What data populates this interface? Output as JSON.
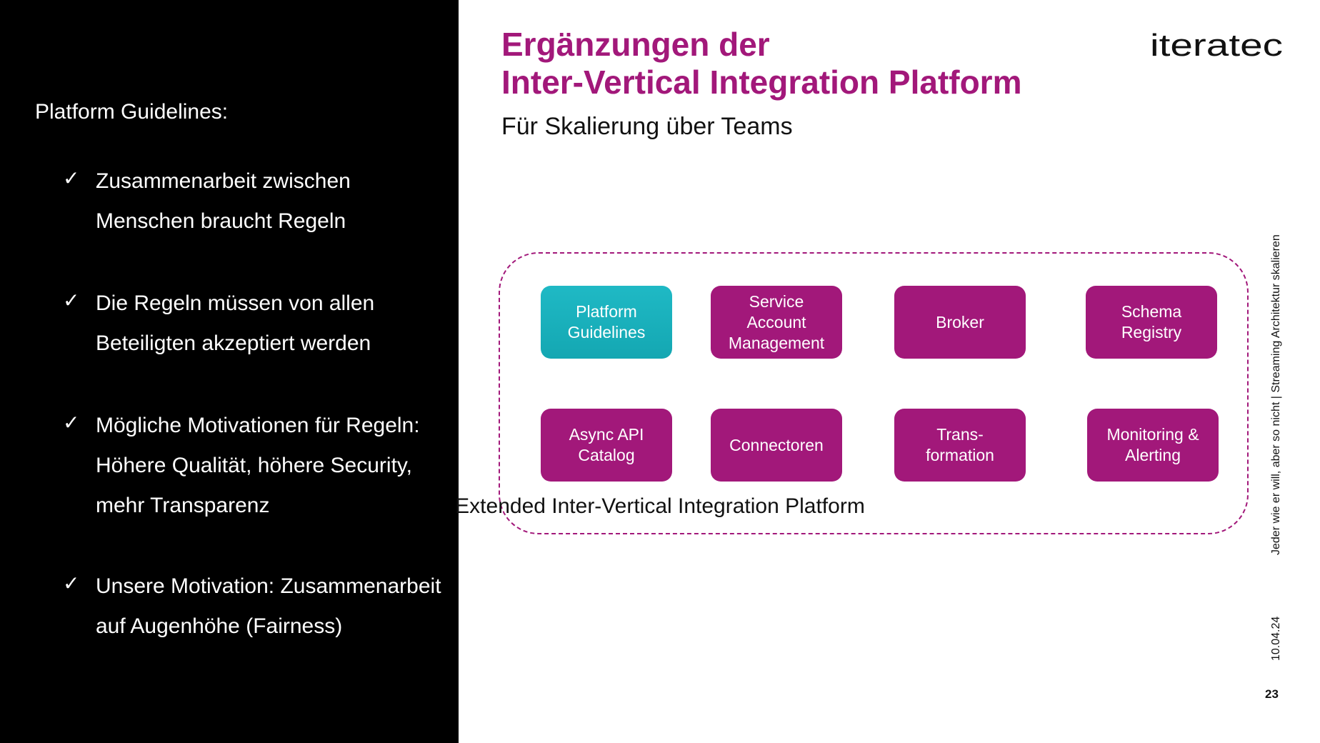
{
  "left_panel": {
    "heading": "Platform Guidelines:",
    "check_glyph": "✓",
    "bullets": [
      "Zusammenarbeit zwischen Menschen braucht Regeln",
      "Die Regeln müssen von allen Beteiligten akzeptiert werden",
      "Mögliche Motivationen für Regeln: Höhere Qualität, höhere Security, mehr Transparenz",
      "Unsere Motivation: Zusammenarbeit auf Augenhöhe (Fairness)"
    ]
  },
  "title": {
    "line1": "Ergänzungen der",
    "line2": "Inter-Vertical Integration Platform"
  },
  "subtitle": "Für Skalierung über Teams",
  "logo": {
    "text": "iteratec",
    "icon": "iteratec-logo"
  },
  "diagram": {
    "caption": "Extended Inter-Vertical Integration Platform",
    "boxes": [
      {
        "label": "Platform\nGuidelines",
        "highlight": true
      },
      {
        "label": "Service\nAccount\nManagement",
        "highlight": false
      },
      {
        "label": "Broker",
        "highlight": false
      },
      {
        "label": "Schema\nRegistry",
        "highlight": false
      },
      {
        "label": "Async API\nCatalog",
        "highlight": false
      },
      {
        "label": "Connectoren",
        "highlight": false
      },
      {
        "label": "Trans-\nformation",
        "highlight": false
      },
      {
        "label": "Monitoring &\nAlerting",
        "highlight": false
      }
    ]
  },
  "footer": {
    "presentation_title": "Jeder wie er will, aber so nicht | Streaming Architektur skalieren",
    "date": "10.04.24",
    "page_number": "23"
  },
  "colors": {
    "brand_magenta": "#a2187a",
    "highlight_teal": "#1fb9c5",
    "panel_black": "#000000"
  }
}
